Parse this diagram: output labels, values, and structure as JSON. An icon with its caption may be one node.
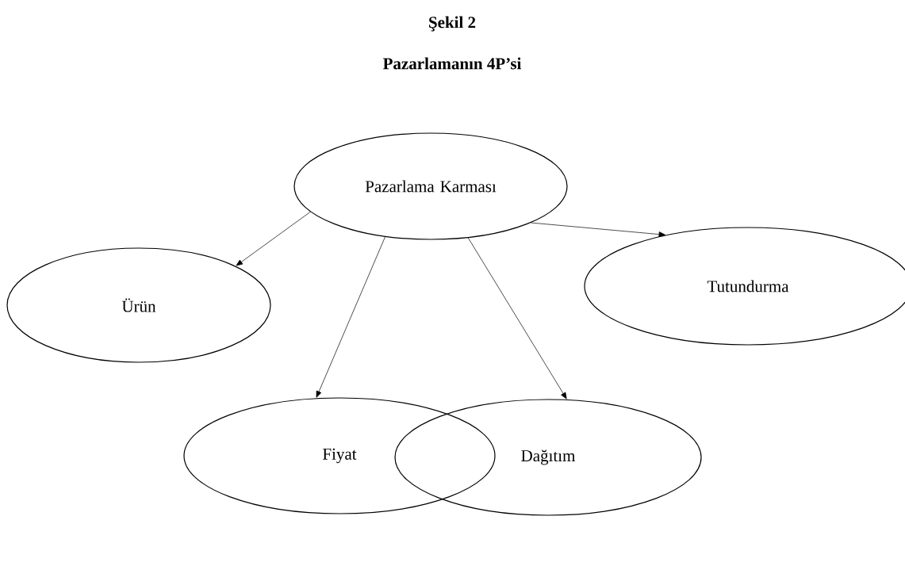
{
  "diagram": {
    "title": "Şekil 2",
    "nodes": [
      {
        "text": [
          "Pazarlama Karması"
        ]
      },
      {
        "text": [
          "Ürün"
        ]
      },
      {
        "text": [
          "Tutundurma"
        ]
      },
      {
        "text": [
          "Fiyat"
        ]
      },
      {
        "text": [
          "Dağıtım"
        ]
      }
    ],
    "edges": [
      {
        "from": 0,
        "to": 1,
        "arrow": "to"
      },
      {
        "from": 0,
        "to": 3,
        "arrow": "to"
      },
      {
        "from": 0,
        "to": 4,
        "arrow": "to"
      },
      {
        "from": 0,
        "to": 2,
        "arrow": "to"
      }
    ],
    "labels": [
      "Pazarlamanın 4P’si"
    ]
  }
}
